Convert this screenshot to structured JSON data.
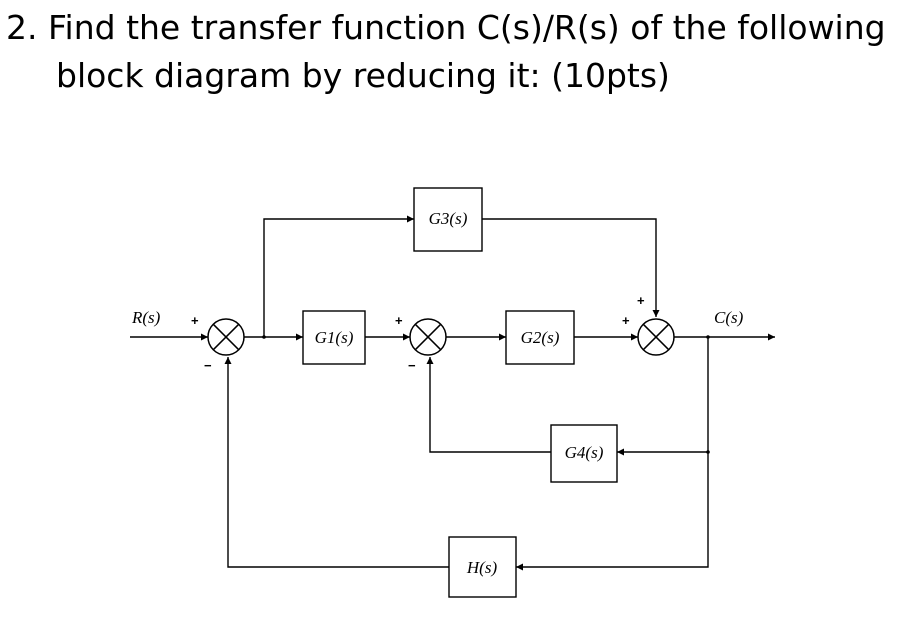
{
  "question": {
    "line1": "2. Find the transfer function C(s)/R(s) of the following",
    "line2": "block diagram by reducing it: (10pts)"
  },
  "diagram": {
    "input_label": "R(s)",
    "output_label": "C(s)",
    "blocks": {
      "g1": "G1(s)",
      "g2": "G2(s)",
      "g3": "G3(s)",
      "g4": "G4(s)",
      "h": "H(s)"
    },
    "signs": {
      "sum1_input": "+",
      "sum1_feedback": "−",
      "sum2_input": "+",
      "sum2_feedback": "−",
      "sum3_input": "+",
      "sum3_top": "+"
    }
  }
}
